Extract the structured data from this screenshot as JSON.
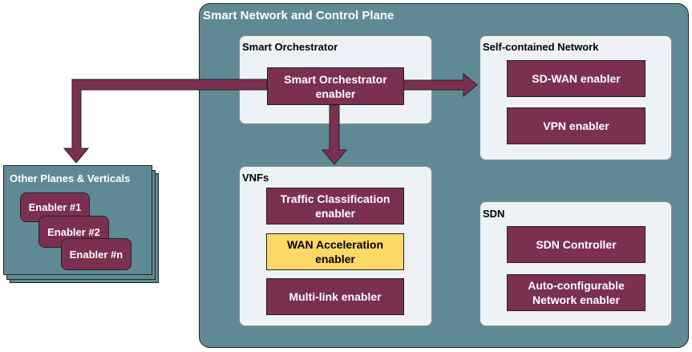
{
  "smart_plane": {
    "title": "Smart Network and Control Plane"
  },
  "orchestrator_panel": {
    "title": "Smart Orchestrator",
    "enabler": "Smart Orchestrator\nenabler"
  },
  "self_contained_panel": {
    "title": "Self-contained Network",
    "enablers": [
      "SD-WAN enabler",
      "VPN enabler"
    ]
  },
  "vnfs_panel": {
    "title": "VNFs",
    "enablers": [
      "Traffic Classification\nenabler",
      "WAN Acceleration\nenabler",
      "Multi-link enabler"
    ]
  },
  "sdn_panel": {
    "title": "SDN",
    "enablers": [
      "SDN Controller",
      "Auto-configurable\nNetwork enabler"
    ]
  },
  "other_planes": {
    "title": "Other Planes & Verticals",
    "enablers": [
      "Enabler #1",
      "Enabler #2",
      "Enabler #n"
    ]
  },
  "colors": {
    "plane": "#5f8a95",
    "enabler": "#7b3050",
    "highlight": "#ffd966",
    "panel": "#eef2f4"
  }
}
